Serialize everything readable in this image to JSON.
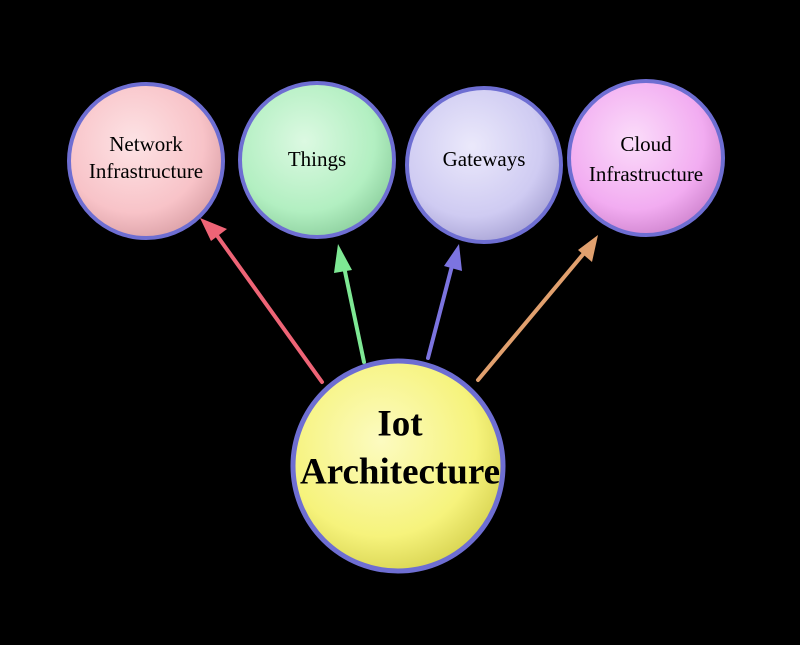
{
  "diagram": {
    "center": {
      "line1": "Iot",
      "line2": "Architecture",
      "fill": "#f7f484",
      "border": "#6e6ed2"
    },
    "nodes": [
      {
        "line1": "Network",
        "line2": "Infrastructure",
        "fill": "#f9c6cb",
        "arrow_color": "#ee6476"
      },
      {
        "line1": "Things",
        "line2": "",
        "fill": "#b5f0c4",
        "arrow_color": "#7ee894"
      },
      {
        "line1": "Gateways",
        "line2": "",
        "fill": "#d1cdf3",
        "arrow_color": "#7c74e0"
      },
      {
        "line1": "Cloud",
        "line2": "Infrastructure",
        "fill": "#f4b0f3",
        "arrow_color": "#e1a06e"
      }
    ],
    "border_color": "#6e6ed2",
    "background": "#000000"
  }
}
